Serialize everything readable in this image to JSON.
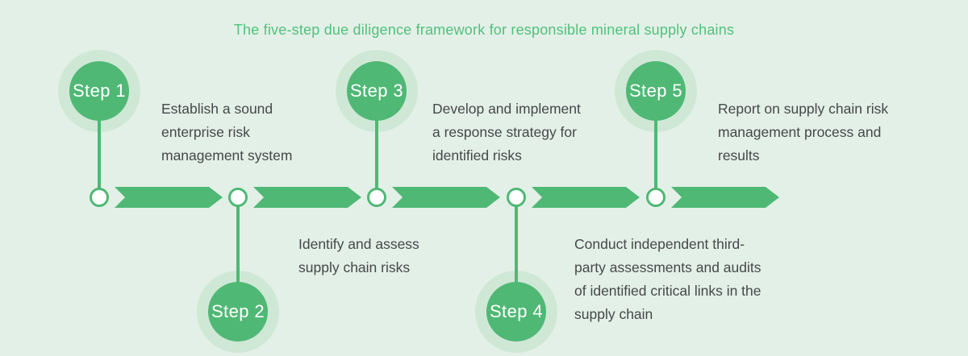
{
  "title": "The five-step due diligence framework for responsible mineral supply chains",
  "colors": {
    "background": "#e3f0e7",
    "accent_green": "#4fb875",
    "halo_green": "#cfe8d6",
    "title_green": "#52c07e",
    "body_text": "#45484b",
    "node_fill": "#ffffff",
    "step_label_text": "#ffffff"
  },
  "timeline": {
    "direction": "left-to-right",
    "node_count": 5,
    "arrow_count": 5
  },
  "steps": [
    {
      "label": "Step 1",
      "position": "above",
      "description_lines": [
        "Establish a sound",
        "enterprise risk",
        "management system"
      ]
    },
    {
      "label": "Step 2",
      "position": "below",
      "description_lines": [
        "Identify and assess",
        "supply chain risks"
      ]
    },
    {
      "label": "Step 3",
      "position": "above",
      "description_lines": [
        "Develop and implement",
        "a response strategy for",
        "identified risks"
      ]
    },
    {
      "label": "Step 4",
      "position": "below",
      "description_lines": [
        "Conduct independent third-",
        "party assessments and audits",
        "of identified critical links in the",
        "supply chain"
      ]
    },
    {
      "label": "Step 5",
      "position": "above",
      "description_lines": [
        "Report on supply chain risk",
        "management process and",
        "results"
      ]
    }
  ]
}
